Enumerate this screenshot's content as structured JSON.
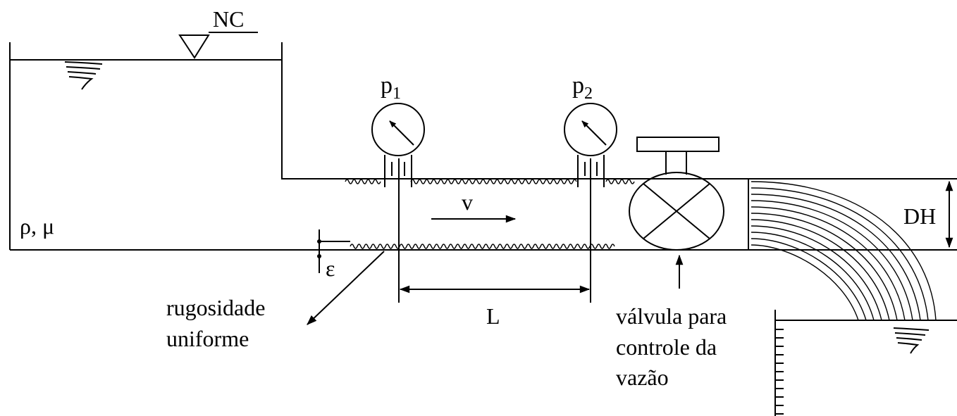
{
  "labels": {
    "free_surface": "NC",
    "fluid_props": "ρ, μ",
    "p1_base": "p",
    "p1_sub": "1",
    "p2_base": "p",
    "p2_sub": "2",
    "velocity": "v",
    "length": "L",
    "diameter": "DH",
    "roughness_symbol": "ε",
    "roughness_line1": "rugosidade",
    "roughness_line2": "uniforme",
    "valve_line1": "válvula para",
    "valve_line2": "controle da",
    "valve_line3": "vazão"
  }
}
